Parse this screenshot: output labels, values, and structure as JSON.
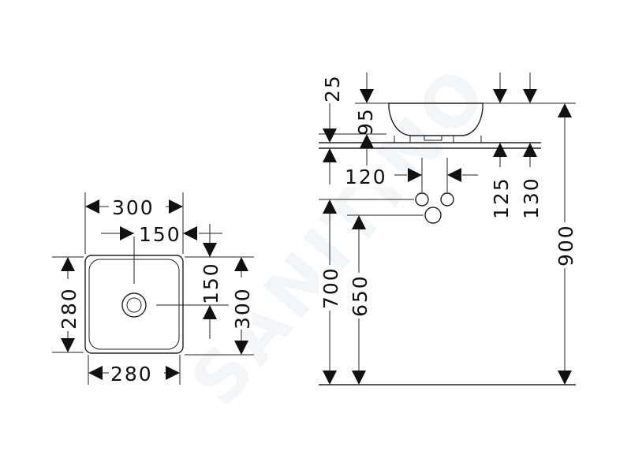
{
  "watermark": "SANITINO",
  "plan_view": {
    "width_outer": "300",
    "drain_offset_x": "150",
    "depth_left": "280",
    "drain_offset_y": "150",
    "depth_right": "300",
    "width_inner": "280"
  },
  "side_view": {
    "rim_thickness": "25",
    "basin_height": "95",
    "waste_spacing": "120",
    "rim_to_waste_1": "125",
    "rim_to_waste_2": "130",
    "floor_to_top": "900",
    "floor_to_upper_outlet": "700",
    "floor_to_lower_outlet": "650"
  }
}
